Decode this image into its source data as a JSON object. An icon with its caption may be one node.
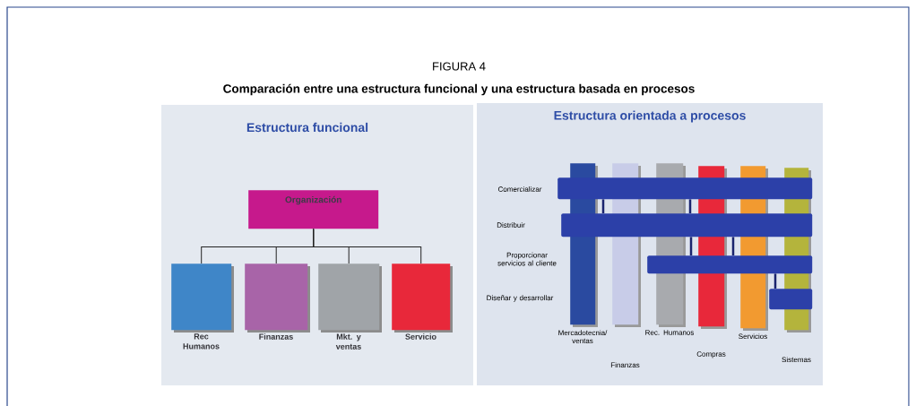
{
  "diagram": {
    "title": "FIGURA 4",
    "caption": "Comparación entre una estructura funcional y una estructura basada en procesos",
    "nodes": [
      {
        "text": [
          "Organización"
        ]
      },
      {
        "text": [
          "Rec Humanos"
        ]
      },
      {
        "text": [
          "Finanzas"
        ]
      },
      {
        "text": [
          "Mkt. y ventas"
        ]
      },
      {
        "text": [
          "Servicio"
        ]
      },
      {
        "text": [],
        "shape": "bar"
      },
      {
        "text": [],
        "shape": "bar"
      },
      {
        "text": [],
        "shape": "bar"
      },
      {
        "text": [],
        "shape": "bar"
      },
      {
        "text": [
          "Mercadotecnia/ ventas"
        ]
      },
      {
        "text": [
          "Finanzas"
        ]
      },
      {
        "text": [
          "Rec. Humanos"
        ]
      },
      {
        "text": [
          "Compras"
        ]
      },
      {
        "text": [
          "Servicios"
        ]
      },
      {
        "text": [
          "Sistemas"
        ]
      }
    ],
    "edges": [
      {
        "from": 0,
        "to": 1,
        "arrow": "none",
        "color": "#222222"
      },
      {
        "from": 0,
        "to": 2,
        "arrow": "none",
        "color": "#222222"
      },
      {
        "from": 0,
        "to": 3,
        "arrow": "none",
        "color": "#222222"
      },
      {
        "from": 0,
        "to": 4,
        "arrow": "none",
        "color": "#222222"
      },
      {
        "from": 5,
        "to": 6,
        "arrow": "none"
      },
      {
        "from": 5,
        "to": 6,
        "arrow": "none"
      },
      {
        "from": 6,
        "to": 7,
        "arrow": "none"
      },
      {
        "from": 6,
        "to": 7,
        "arrow": "none"
      },
      {
        "from": 7,
        "to": 8,
        "arrow": "none"
      }
    ],
    "labels": [
      "Estructura funcional",
      "Estructura orientada a procesos",
      "Comercializar",
      "Distribuir",
      "Proporcionar servicios al cliente",
      "Diseñar y desarrollar"
    ]
  }
}
